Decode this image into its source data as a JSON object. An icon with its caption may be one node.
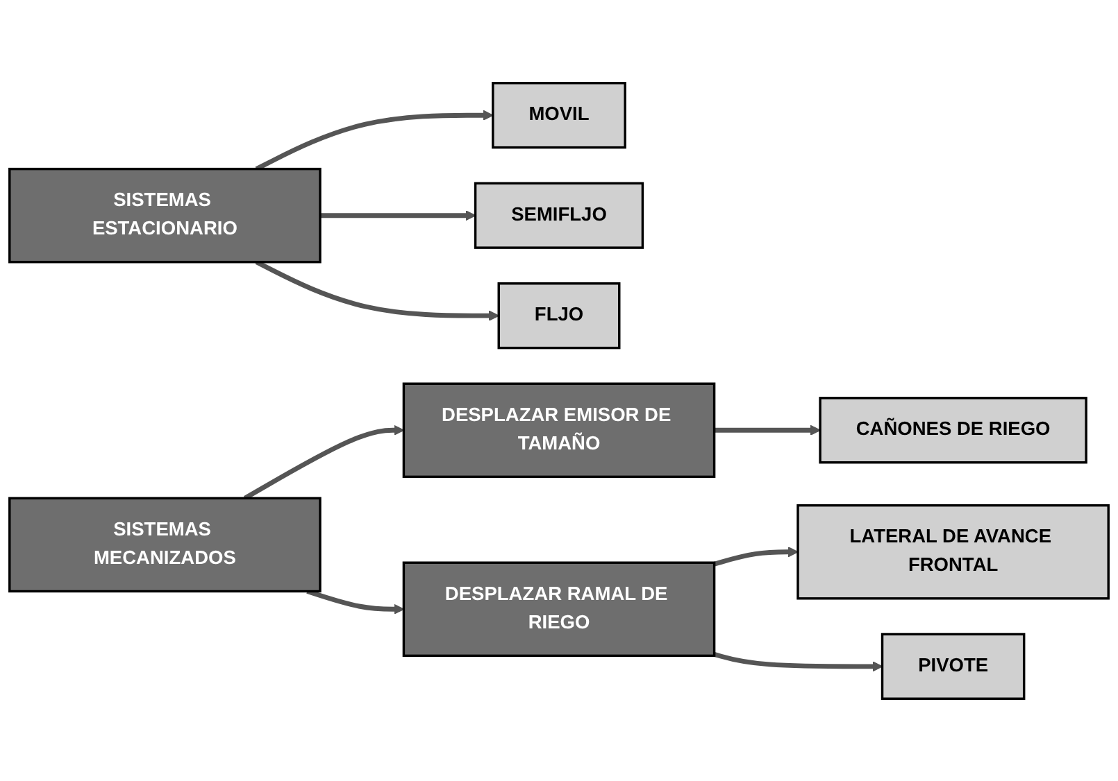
{
  "diagram": {
    "nodes": [
      {
        "text": [
          "SISTEMAS ESTACIONARIO"
        ]
      },
      {
        "text": [
          "MOVIL"
        ]
      },
      {
        "text": [
          "SEMIFLJO"
        ]
      },
      {
        "text": [
          "FLJO"
        ]
      },
      {
        "text": [
          "DESPLAZAR EMISOR DE TAMAÑO"
        ]
      },
      {
        "text": [
          "CAÑONES DE RIEGO"
        ]
      },
      {
        "text": [
          "SISTEMAS MECANIZADOS"
        ]
      },
      {
        "text": [
          "DESPLAZAR RAMAL DE RIEGO"
        ]
      },
      {
        "text": [
          "LATERAL DE AVANCE FRONTAL"
        ]
      },
      {
        "text": [
          "PIVOTE"
        ]
      }
    ],
    "edges": [
      {
        "from": 0,
        "to": 1,
        "arrow": "to"
      },
      {
        "from": 0,
        "to": 2,
        "arrow": "to"
      },
      {
        "from": 0,
        "to": 3,
        "arrow": "to"
      },
      {
        "from": 4,
        "to": 5,
        "arrow": "to"
      },
      {
        "from": 6,
        "to": 4,
        "arrow": "to"
      },
      {
        "from": 6,
        "to": 7,
        "arrow": "to"
      },
      {
        "from": 7,
        "to": 8,
        "arrow": "to"
      },
      {
        "from": 7,
        "to": 9,
        "arrow": "to"
      }
    ]
  }
}
